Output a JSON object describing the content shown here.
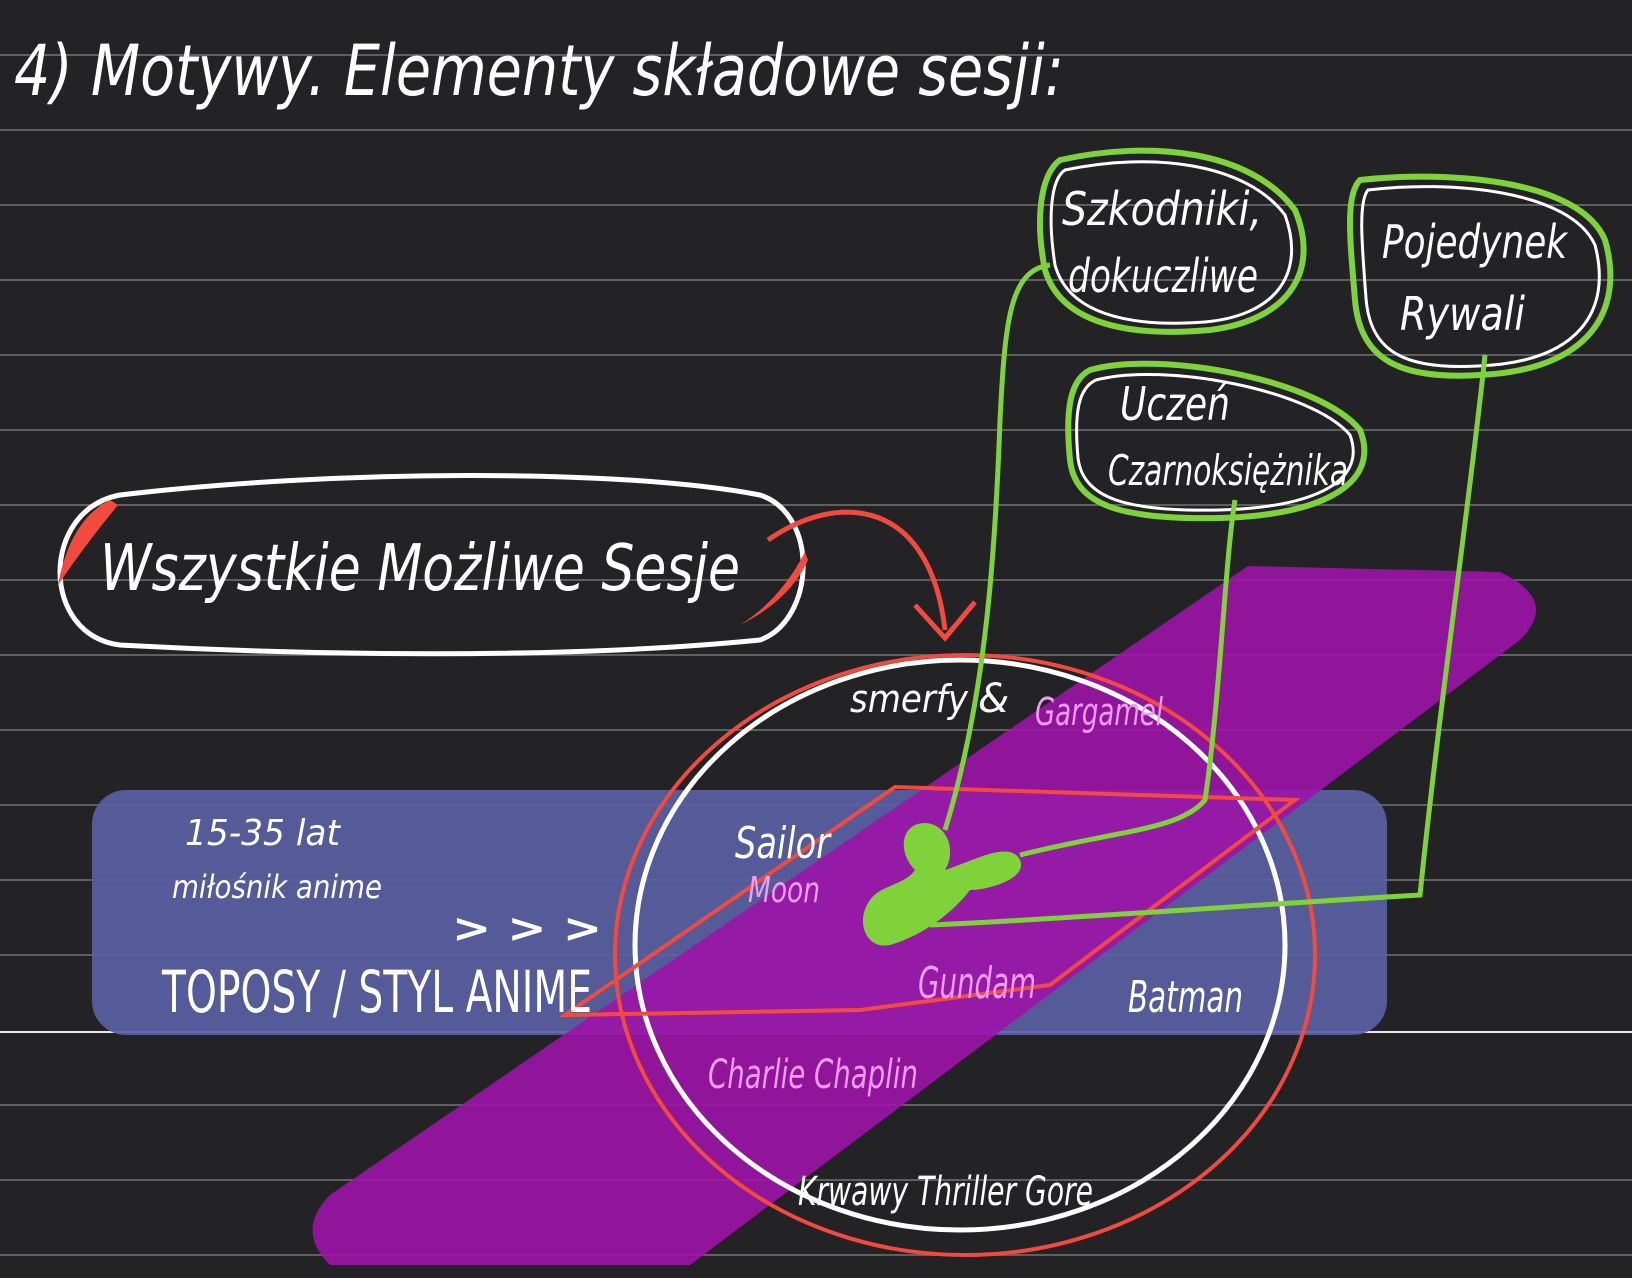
{
  "title": "4) Motywy. Elementy składowe sesji:",
  "all_sessions_label": "Wszystkie Możliwe Sesje",
  "motifs": {
    "pests": [
      "Szkodniki,",
      "dokuczliwe"
    ],
    "duel": [
      "Pojedynek",
      "Rywali"
    ],
    "apprentice": [
      "Uczeń",
      "Czarnoksiężnika"
    ]
  },
  "audience": {
    "age": "15-35 lat",
    "fan": "miłośnik anime",
    "arrows": "> > >",
    "style": "TOPOSY / STYL ANIME"
  },
  "examples": {
    "smurfs": "smerfy",
    "ampersand": "&",
    "gargamel": "Gargamel",
    "sailor": "Sailor",
    "moon": "Moon",
    "gundam": "Gundam",
    "batman": "Batman",
    "chaplin": "Charlie Chaplin",
    "thriller": "Krwawy Thriller Gore"
  },
  "colors": {
    "background": "#232224",
    "ruled_line": "#6a6a6c",
    "white": "#ffffff",
    "green": "#7fd23a",
    "red": "#f24a3e",
    "blue_band": "#5a5fa3",
    "purple_band": "#9c14a8",
    "pink_text": "#f09bf2"
  }
}
